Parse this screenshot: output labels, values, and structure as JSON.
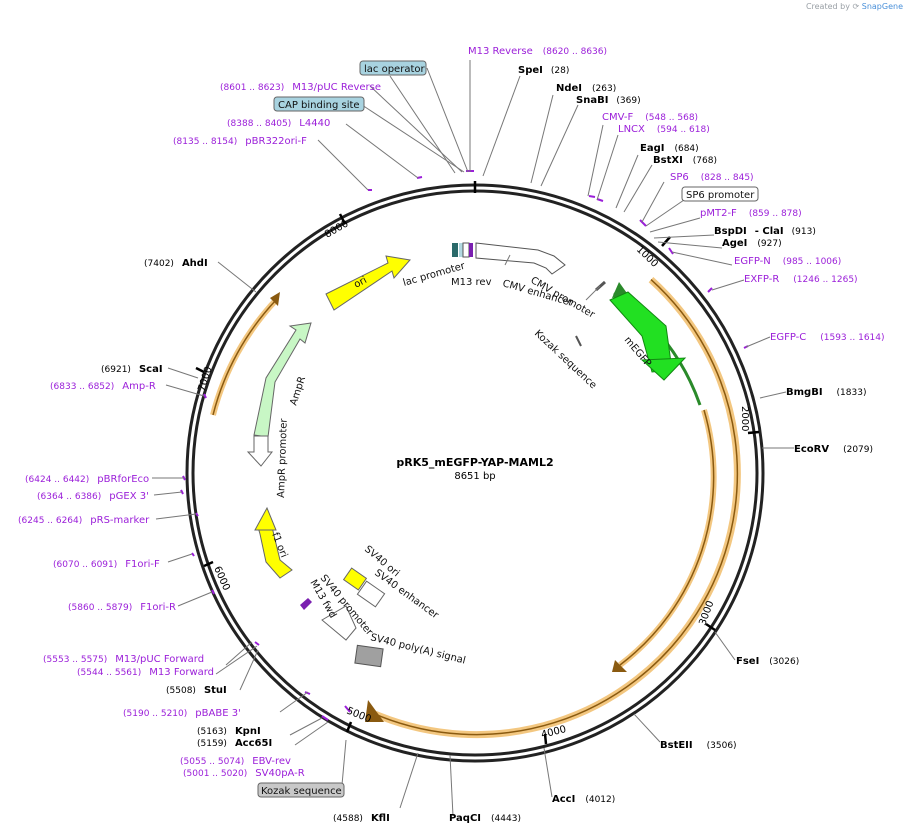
{
  "credit": {
    "prefix": "Created by",
    "brand": "SnapGene"
  },
  "plasmid": {
    "name": "pRK5_mEGFP-YAP-MAML2",
    "size": "8651 bp"
  },
  "ticks": [
    "1000",
    "2000",
    "3000",
    "4000",
    "5000",
    "6000",
    "7000",
    "8000"
  ],
  "enzymes": [
    {
      "name": "SpeI",
      "pos": "(28)"
    },
    {
      "name": "NdeI",
      "pos": "(263)"
    },
    {
      "name": "SnaBI",
      "pos": "(369)"
    },
    {
      "name": "EagI",
      "pos": "(684)"
    },
    {
      "name": "BstXI",
      "pos": "(768)"
    },
    {
      "name": "BspDI",
      "pos": "(913)",
      "extra": "- ClaI"
    },
    {
      "name": "AgeI",
      "pos": "(927)"
    },
    {
      "name": "BmgBI",
      "pos": "(1833)"
    },
    {
      "name": "EcoRV",
      "pos": "(2079)"
    },
    {
      "name": "FseI",
      "pos": "(3026)"
    },
    {
      "name": "BstEII",
      "pos": "(3506)"
    },
    {
      "name": "AccI",
      "pos": "(4012)"
    },
    {
      "name": "PaqCI",
      "pos": "(4443)"
    },
    {
      "name": "KflI",
      "pos": "(4588)"
    },
    {
      "name": "Acc65I",
      "pos": "(5159)"
    },
    {
      "name": "KpnI",
      "pos": "(5163)"
    },
    {
      "name": "StuI",
      "pos": "(5508)"
    },
    {
      "name": "ScaI",
      "pos": "(6921)"
    },
    {
      "name": "AhdI",
      "pos": "(7402)"
    }
  ],
  "primers": [
    {
      "name": "M13 Reverse",
      "pos": "(8620 .. 8636)"
    },
    {
      "name": "M13/pUC Reverse",
      "pos": "(8601 .. 8623)"
    },
    {
      "name": "L4440",
      "pos": "(8388 .. 8405)"
    },
    {
      "name": "pBR322ori-F",
      "pos": "(8135 .. 8154)"
    },
    {
      "name": "CMV-F",
      "pos": "(548 .. 568)"
    },
    {
      "name": "LNCX",
      "pos": "(594 .. 618)"
    },
    {
      "name": "SP6",
      "pos": "(828 .. 845)"
    },
    {
      "name": "pMT2-F",
      "pos": "(859 .. 878)"
    },
    {
      "name": "EGFP-N",
      "pos": "(985 .. 1006)"
    },
    {
      "name": "EXFP-R",
      "pos": "(1246 .. 1265)"
    },
    {
      "name": "EGFP-C",
      "pos": "(1593 .. 1614)"
    },
    {
      "name": "Amp-R",
      "pos": "(6833 .. 6852)"
    },
    {
      "name": "pBRforEco",
      "pos": "(6424 .. 6442)"
    },
    {
      "name": "pGEX 3'",
      "pos": "(6364 .. 6386)"
    },
    {
      "name": "pRS-marker",
      "pos": "(6245 .. 6264)"
    },
    {
      "name": "F1ori-F",
      "pos": "(6070 .. 6091)"
    },
    {
      "name": "F1ori-R",
      "pos": "(5860 .. 5879)"
    },
    {
      "name": "M13/pUC Forward",
      "pos": "(5553 .. 5575)"
    },
    {
      "name": "M13 Forward",
      "pos": "(5544 .. 5561)"
    },
    {
      "name": "pBABE 3'",
      "pos": "(5190 .. 5210)"
    },
    {
      "name": "EBV-rev",
      "pos": "(5055 .. 5074)"
    },
    {
      "name": "SV40pA-R",
      "pos": "(5001 .. 5020)"
    }
  ],
  "boxed_labels": [
    {
      "name": "lac operator",
      "color": "#a8d3e0"
    },
    {
      "name": "CAP binding site",
      "color": "#a8d3e0"
    },
    {
      "name": "SP6 promoter",
      "color": "#ffffff"
    },
    {
      "name": "Kozak sequence",
      "color": "#c8c8c8"
    }
  ],
  "features": [
    {
      "name": "lac promoter"
    },
    {
      "name": "M13 rev"
    },
    {
      "name": "CMV promoter"
    },
    {
      "name": "CMV enhancer"
    },
    {
      "name": "Kozak sequence"
    },
    {
      "name": "mEGFP"
    },
    {
      "name": "ori"
    },
    {
      "name": "AmpR"
    },
    {
      "name": "AmpR promoter"
    },
    {
      "name": "f1 ori"
    },
    {
      "name": "SV40 ori"
    },
    {
      "name": "SV40 enhancer"
    },
    {
      "name": "SV40 promoter"
    },
    {
      "name": "M13 fwd"
    },
    {
      "name": "SV40 poly(A) signal"
    }
  ],
  "colors": {
    "primer": "#9b1fd9",
    "orf": "#f0b960",
    "mEGFP": "#22e022",
    "ori": "#ffff00",
    "ampR": "#c8f7c5",
    "backbone": "#222222"
  }
}
